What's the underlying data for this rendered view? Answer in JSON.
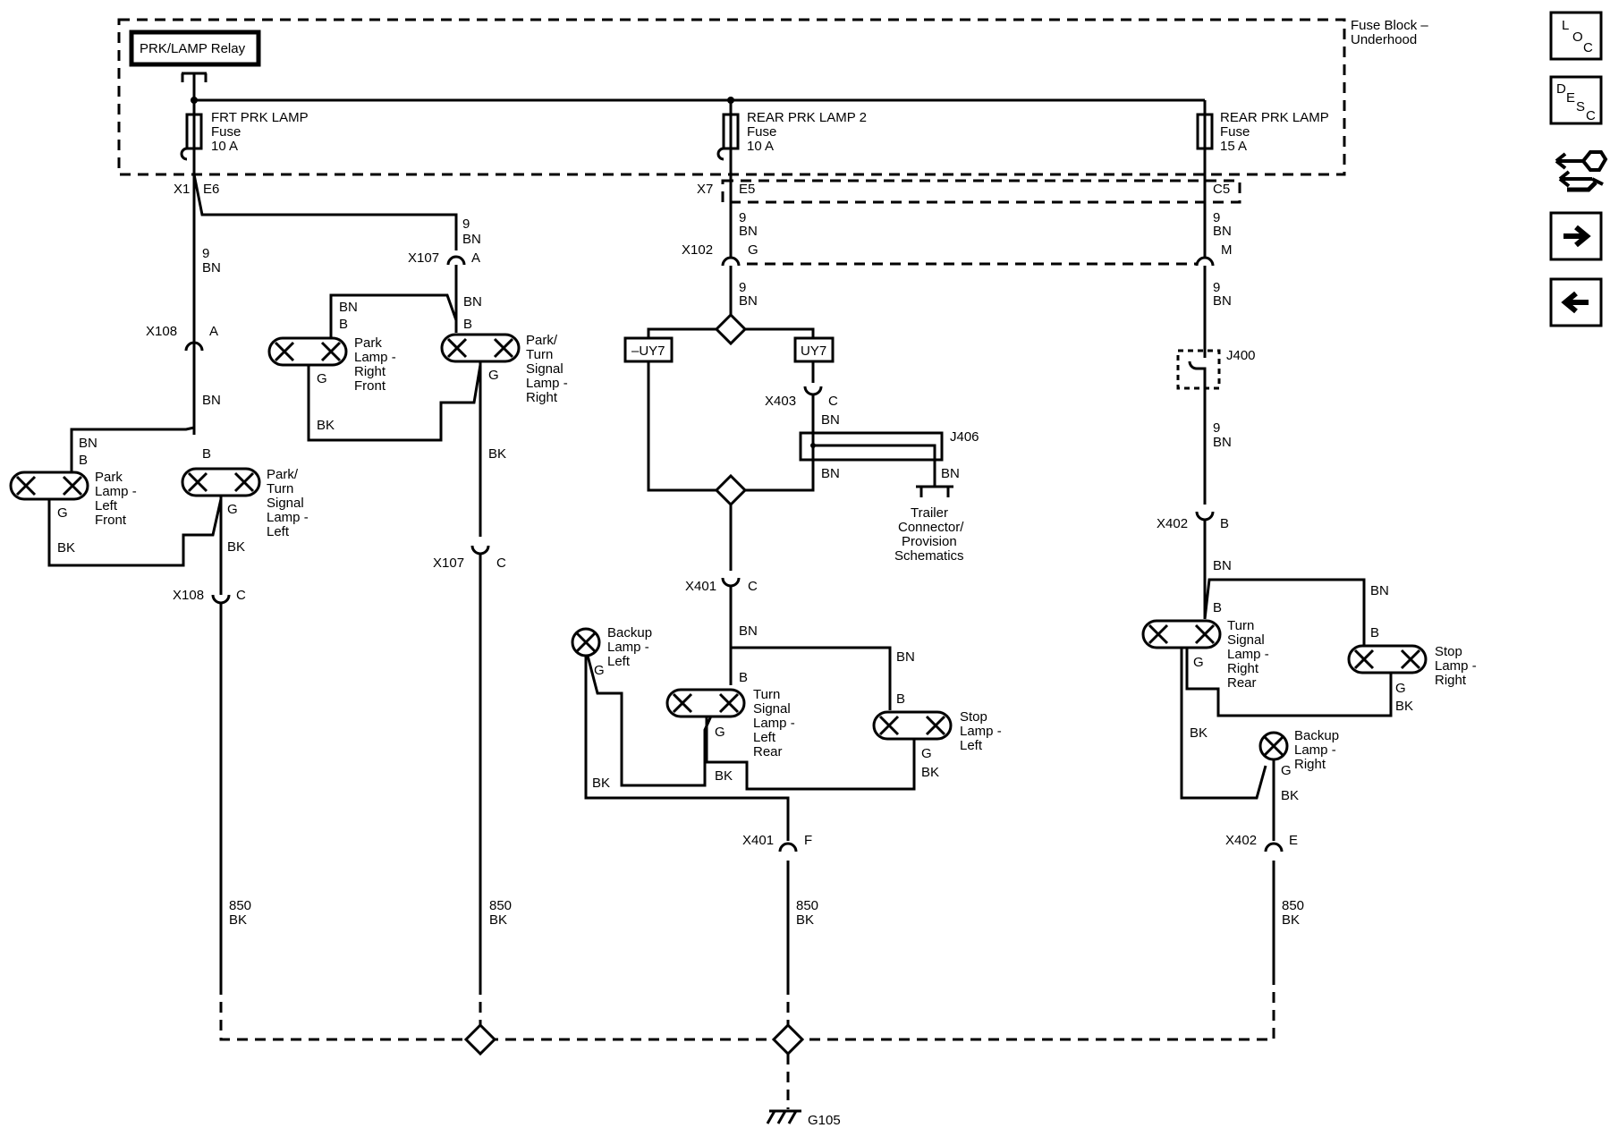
{
  "fuse_block": {
    "title_line1": "Fuse Block –",
    "title_line2": "Underhood"
  },
  "relay": {
    "label": "PRK/LAMP Relay"
  },
  "fuses": [
    {
      "name": "FRT PRK LAMP",
      "type": "Fuse",
      "rating": "10 A"
    },
    {
      "name": "REAR PRK LAMP 2",
      "type": "Fuse",
      "rating": "10 A"
    },
    {
      "name": "REAR PRK LAMP",
      "type": "Fuse",
      "rating": "15 A"
    }
  ],
  "connectors": {
    "X1": "X1",
    "E6": "E6",
    "X7": "X7",
    "E5": "E5",
    "C5": "C5",
    "X102": "X102",
    "X102_pin": "G",
    "M": "M",
    "X107a": "X107",
    "X107a_pin": "A",
    "X107c": "X107",
    "X107c_pin": "C",
    "X108a": "X108",
    "X108a_pin": "A",
    "X108c": "X108",
    "X108c_pin": "C",
    "X401c": "X401",
    "X401c_pin": "C",
    "X401f": "X401",
    "X401f_pin": "F",
    "X402b": "X402",
    "X402b_pin": "B",
    "X402e": "X402",
    "X402e_pin": "E",
    "X403": "X403",
    "X403_pin": "C",
    "J400": "J400",
    "J406": "J406",
    "G105": "G105"
  },
  "options": {
    "no_uy7": "–UY7",
    "uy7": "UY7"
  },
  "wires": {
    "w9": "9",
    "bn": "BN",
    "bk": "BK",
    "w850": "850",
    "pin_b": "B",
    "pin_g": "G"
  },
  "lamps": {
    "park_left_front": [
      "Park",
      "Lamp -",
      "Left",
      "Front"
    ],
    "park_turn_left": [
      "Park/",
      "Turn",
      "Signal",
      "Lamp -",
      "Left"
    ],
    "park_right_front": [
      "Park",
      "Lamp -",
      "Right",
      "Front"
    ],
    "park_turn_right": [
      "Park/",
      "Turn",
      "Signal",
      "Lamp -",
      "Right"
    ],
    "backup_left": [
      "Backup",
      "Lamp -",
      "Left"
    ],
    "turn_left_rear": [
      "Turn",
      "Signal",
      "Lamp -",
      "Left",
      "Rear"
    ],
    "stop_left": [
      "Stop",
      "Lamp -",
      "Left"
    ],
    "turn_right_rear": [
      "Turn",
      "Signal",
      "Lamp -",
      "Right",
      "Rear"
    ],
    "stop_right": [
      "Stop",
      "Lamp -",
      "Right"
    ],
    "backup_right": [
      "Backup",
      "Lamp -",
      "Right"
    ]
  },
  "trailer": [
    "Trailer",
    "Connector/",
    "Provision",
    "Schematics"
  ],
  "nav": {
    "loc": [
      "L",
      "O",
      "C"
    ],
    "desc": [
      "D",
      "E",
      "S",
      "C"
    ],
    "icons": [
      "connector-wrench-icon",
      "arrow-right-icon",
      "arrow-left-icon"
    ]
  }
}
